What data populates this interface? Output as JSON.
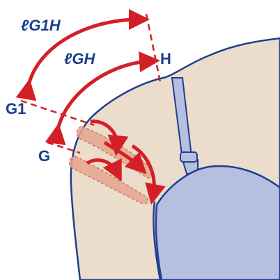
{
  "labels": {
    "l_g1h": "ℓG1H",
    "l_gh": "ℓGH",
    "point_h": "H",
    "point_g1": "G1",
    "point_g": "G"
  },
  "colors": {
    "skin": "#ecdccb",
    "outline": "#1f3f8f",
    "arrow": "#d41f26",
    "dashed_line": "#d41f26",
    "bra": "#b7bfe0",
    "band_fill": "#e6a58e",
    "label_text": "#1a3e8c"
  },
  "icons": {
    "arc_arrow": "curved-double-arrow",
    "twist_arrow": "rotation-arrow"
  }
}
